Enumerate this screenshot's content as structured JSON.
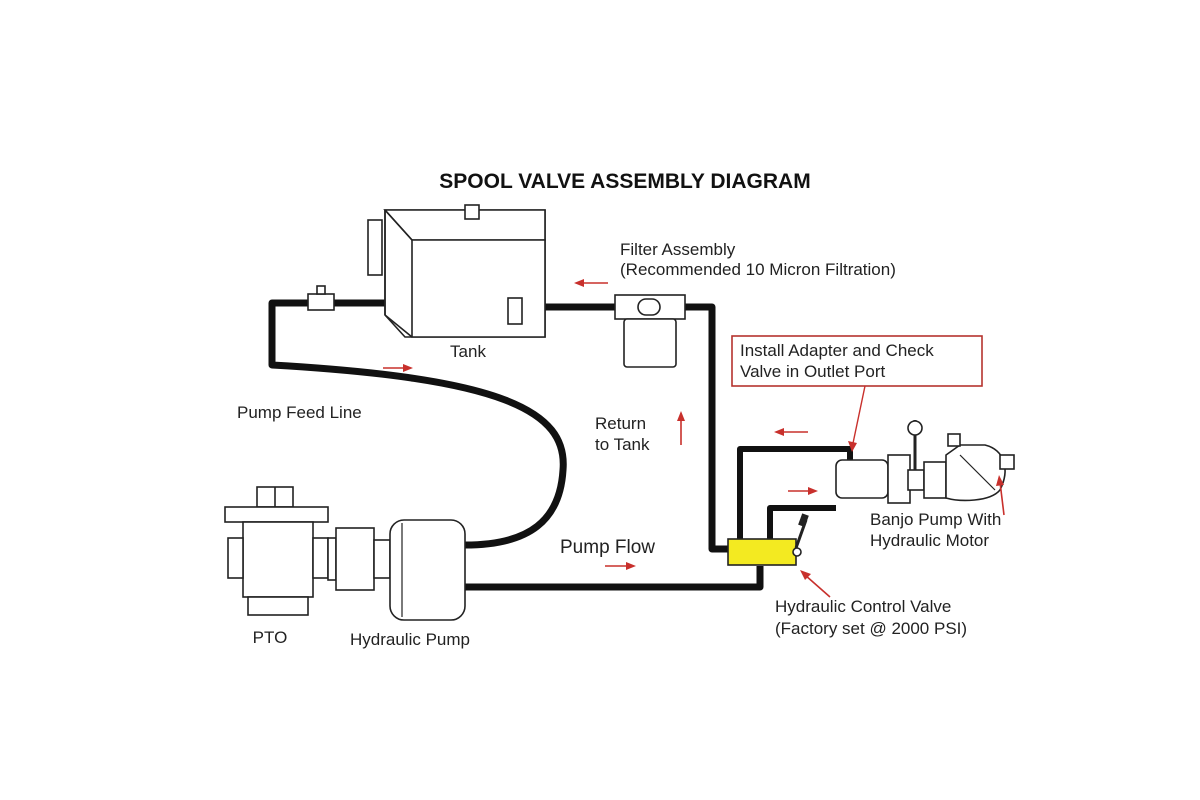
{
  "title": "SPOOL VALVE ASSEMBLY DIAGRAM",
  "colors": {
    "hose": "#111111",
    "flow_arrow": "#c8302c",
    "callout_border": "#b5332e",
    "control_valve": "#f3ea21",
    "outline": "#222222"
  },
  "components": {
    "tank": "Tank",
    "filter_assembly": {
      "line1": "Filter Assembly",
      "line2": "(Recommended 10 Micron Filtration)"
    },
    "pto": "PTO",
    "hydraulic_pump": "Hydraulic Pump",
    "banjo_pump": {
      "line1": "Banjo Pump With",
      "line2": "Hydraulic Motor"
    },
    "control_valve": {
      "line1": "Hydraulic Control Valve",
      "line2": "(Factory set @ 2000 PSI)"
    }
  },
  "lines": {
    "pump_feed": "Pump Feed Line",
    "return_to_tank": {
      "line1": "Return",
      "line2": "to Tank"
    },
    "pump_flow": "Pump Flow"
  },
  "callout": {
    "line1": "Install Adapter and Check",
    "line2": "Valve in Outlet Port"
  },
  "icons": {
    "flow_arrow": "arrow-icon",
    "lever": "lever-icon"
  }
}
